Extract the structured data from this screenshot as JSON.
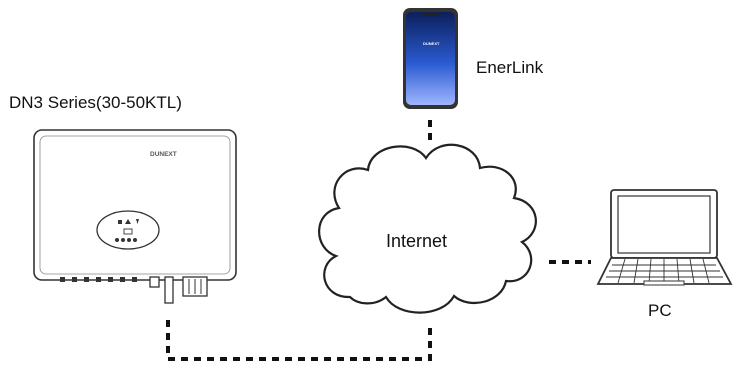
{
  "inverter": {
    "label": "DN3 Series(30-50KTL)",
    "brand_logo": "DUNEXT"
  },
  "phone": {
    "label": "EnerLink",
    "screen_logo": "DUNEXT",
    "screen_color": "#1f4fbf"
  },
  "cloud": {
    "label": "Internet"
  },
  "pc": {
    "label": "PC"
  },
  "connectors": {
    "style": "dashed",
    "color": "#111111"
  }
}
